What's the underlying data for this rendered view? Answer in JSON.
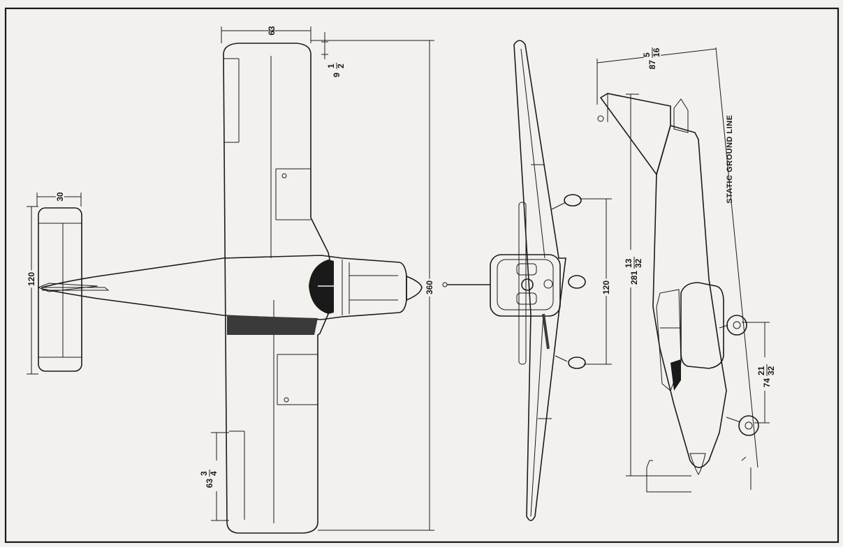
{
  "drawing": {
    "title": "",
    "colors": {
      "paper": "#f3f1ee",
      "ink": "#1a1a1a",
      "shade": "#3a3a3a"
    },
    "dimensions": {
      "wing_chord": "63",
      "wingtip_offset_whole": "9",
      "wingtip_offset_num": "1",
      "wingtip_offset_den": "2",
      "tail_chord": "30",
      "tail_span": "120",
      "wing_span": "360",
      "aileron_whole": "63",
      "aileron_num": "3",
      "aileron_den": "4",
      "gear_track": "120",
      "overall_length_whole": "281",
      "overall_length_num": "13",
      "overall_length_den": "32",
      "height_whole": "87",
      "height_num": "5",
      "height_den": "16",
      "wheelbase_whole": "74",
      "wheelbase_num": "21",
      "wheelbase_den": "32"
    },
    "labels": {
      "ground_line": "STATIC GROUND LINE"
    }
  }
}
